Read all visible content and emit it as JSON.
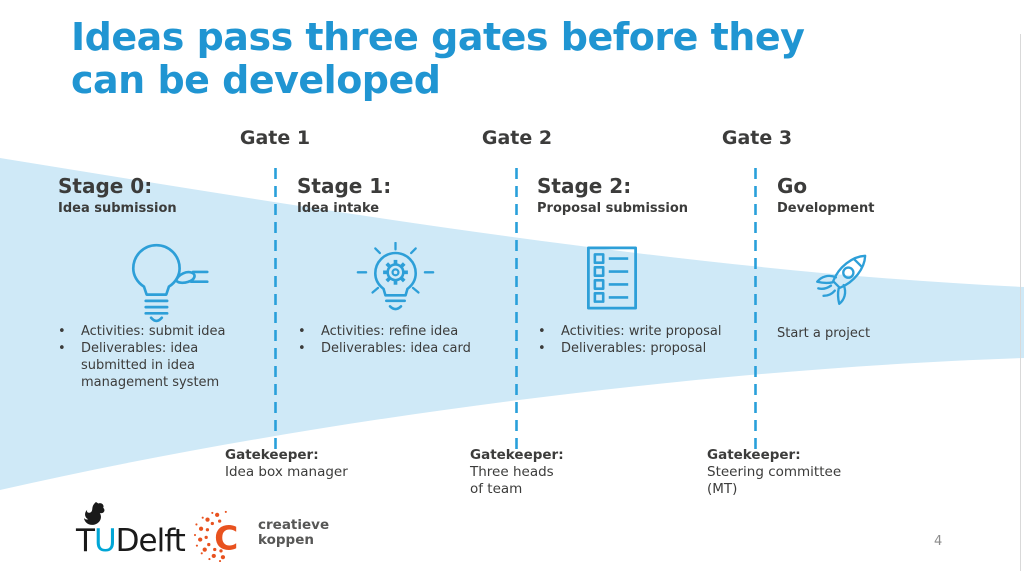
{
  "bullet_char": "•",
  "title": {
    "lines": [
      "Ideas pass three gates before they",
      "can be developed"
    ]
  },
  "gates": [
    {
      "label": "Gate 1"
    },
    {
      "label": "Gate 2"
    },
    {
      "label": "Gate 3"
    }
  ],
  "stages": [
    {
      "title": "Stage 0:",
      "subtitle": "Idea submission",
      "icon": "lightbulb-hand",
      "bullets": [
        {
          "lines": [
            "Activities: submit idea"
          ]
        },
        {
          "lines": [
            "Deliverables: idea",
            "submitted in idea",
            "management system"
          ]
        }
      ]
    },
    {
      "title": "Stage 1:",
      "subtitle": "Idea intake",
      "icon": "lightbulb-gear",
      "bullets": [
        {
          "lines": [
            "Activities: refine idea"
          ]
        },
        {
          "lines": [
            "Deliverables: idea card"
          ]
        }
      ]
    },
    {
      "title": "Stage 2:",
      "subtitle": "Proposal submission",
      "icon": "checklist",
      "bullets": [
        {
          "lines": [
            "Activities: write proposal"
          ]
        },
        {
          "lines": [
            "Deliverables: proposal"
          ]
        }
      ]
    },
    {
      "title": "Go",
      "subtitle": "Development",
      "icon": "rocket",
      "note": "Start a project"
    }
  ],
  "gatekeepers": [
    {
      "label": "Gatekeeper:",
      "lines": [
        "Idea box manager"
      ]
    },
    {
      "label": "Gatekeeper:",
      "lines": [
        "Three heads",
        "of team"
      ]
    },
    {
      "label": "Gatekeeper:",
      "lines": [
        "Steering committee",
        "(MT)"
      ]
    }
  ],
  "footer": {
    "tudelft": {
      "t": "T",
      "u": "U",
      "delft": "Delft"
    },
    "creatieve_koppen": {
      "c": "C",
      "lines": [
        "creatieve",
        "koppen"
      ]
    },
    "page_number": "4"
  },
  "colors": {
    "title_blue": "#2095d2",
    "accent_blue": "#29a0da",
    "light_blue": "#cfe9f7",
    "text_dark": "#3c3c3b",
    "tudelft_cyan": "#00a6d6",
    "logo_orange": "#e8521f",
    "page_number_gray": "#8c8c8c"
  }
}
